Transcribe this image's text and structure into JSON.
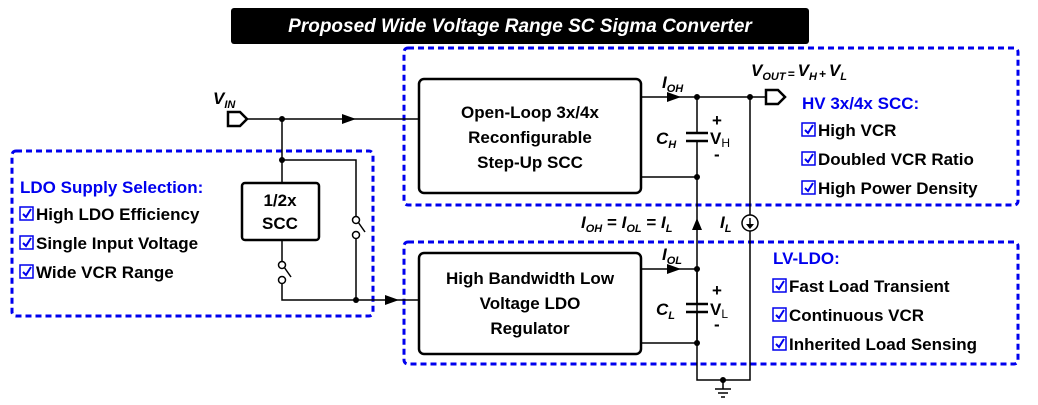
{
  "title": "Proposed Wide Voltage Range SC Sigma Converter",
  "colors": {
    "accent_blue": "#0000ee",
    "title_bg": "#000000",
    "title_fg": "#ffffff",
    "line": "#000000"
  },
  "nodes": {
    "vin": {
      "main": "V",
      "sub": "IN"
    },
    "vout": {
      "main": "V",
      "sub": "OUT",
      "eq": "=",
      "vh": "V",
      "vh_sub": "H",
      "plus": "+",
      "vl": "V",
      "vl_sub": "L"
    },
    "ioh": {
      "main": "I",
      "sub": "OH"
    },
    "iol": {
      "main": "I",
      "sub": "OL"
    },
    "ch": {
      "main": "C",
      "sub": "H"
    },
    "cl": {
      "main": "C",
      "sub": "L"
    },
    "vh_cap": {
      "plus": "+",
      "main": "V",
      "sub": "H",
      "minus": "-"
    },
    "vl_cap": {
      "plus": "+",
      "main": "V",
      "sub": "L",
      "minus": "-"
    },
    "il": {
      "main": "I",
      "sub": "L"
    },
    "current_eq": {
      "i1": "I",
      "s1": "OH",
      "e1": " = ",
      "i2": "I",
      "s2": "OL",
      "e2": " = ",
      "i3": "I",
      "s3": "L"
    }
  },
  "blocks": {
    "scc_half": {
      "line1": "1/2x",
      "line2": "SCC"
    },
    "stepup": {
      "line1": "Open-Loop 3x/4x",
      "line2": "Reconfigurable",
      "line3": "Step-Up SCC"
    },
    "ldo": {
      "line1": "High Bandwidth Low",
      "line2": "Voltage LDO",
      "line3": "Regulator"
    }
  },
  "panels": {
    "ldo_supply": {
      "header": "LDO Supply Selection:",
      "items": [
        "High LDO Efficiency",
        "Single Input Voltage",
        "Wide VCR Range"
      ]
    },
    "hv_scc": {
      "header": "HV 3x/4x SCC:",
      "items": [
        "High VCR",
        "Doubled VCR Ratio",
        "High Power Density"
      ]
    },
    "lv_ldo": {
      "header": "LV-LDO:",
      "items": [
        "Fast Load Transient",
        "Continuous VCR",
        "Inherited Load Sensing"
      ]
    }
  },
  "icons": {
    "checkbox": "checked-checkbox-icon",
    "ground": "ground-icon",
    "switch": "switch-icon",
    "current_source": "current-source-icon",
    "port": "port-pentagon-icon"
  }
}
